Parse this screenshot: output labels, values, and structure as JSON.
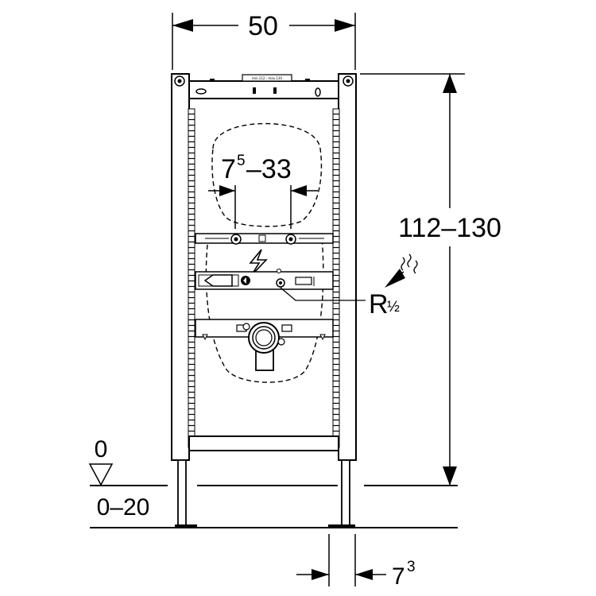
{
  "dimensions": {
    "width": "50",
    "height": "112–130",
    "horizontal_base": "7",
    "horizontal_exp": "5",
    "horizontal_rest": "–33",
    "floor_zero": "0",
    "floor_range": "0–20",
    "offset_base": "7",
    "offset_exp": "3"
  },
  "connection": {
    "thread_letter": "R",
    "thread_size": "½"
  },
  "plate": {
    "text": "min.112 - max.130"
  }
}
